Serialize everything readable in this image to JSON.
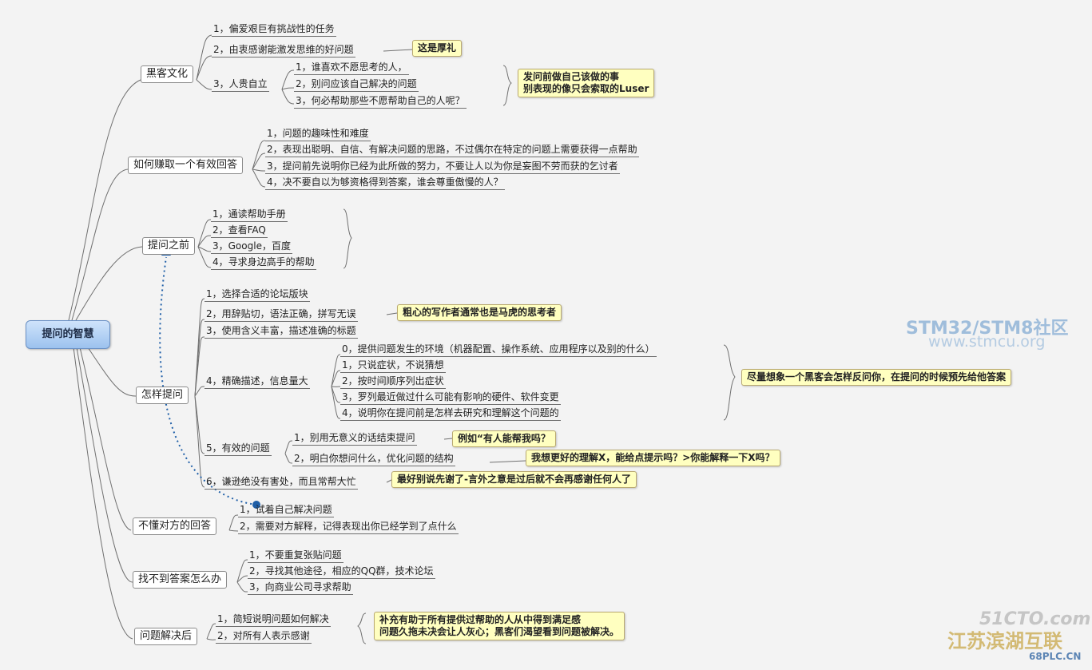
{
  "root": "提问的智慧",
  "branches": {
    "hacker": {
      "label": "黑客文化",
      "items": [
        "1，偏爱艰巨有挑战性的任务",
        "2，由衷感谢能激发思维的好问题",
        "3，人贵自立"
      ],
      "sub": [
        "1，谁喜欢不愿思考的人，",
        "2，别问应该自己解决的问题",
        "3，何必帮助那些不愿帮助自己的人呢？"
      ],
      "note_gift": "这是厚礼",
      "note_luser": [
        "发问前做自己该做的事",
        "别表现的像只会索取的Luser"
      ]
    },
    "effective": {
      "label": "如何赚取一个有效回答",
      "items": [
        "1，问题的趣味性和难度",
        "2，表现出聪明、自信、有解决问题的思路，不过偶尔在特定的问题上需要获得一点帮助",
        "3，提问前先说明你已经为此所做的努力，不要让人以为你是妄图不劳而获的乞讨者",
        "4，决不要自以为够资格得到答案，谁会尊重傲慢的人？"
      ]
    },
    "before": {
      "label": "提问之前",
      "items": [
        "1，通读帮助手册",
        "2，查看FAQ",
        "3，Google，百度",
        "4，寻求身边高手的帮助"
      ]
    },
    "how": {
      "label": "怎样提问",
      "items": [
        "1，选择合适的论坛版块",
        "2，用辞贴切，语法正确，拼写无误",
        "3，使用含义丰富，描述准确的标题",
        "4，精确描述，信息量大",
        "5，有效的问题",
        "6，谦逊绝没有害处，而且常帮大忙"
      ],
      "precise": [
        "0，提供问题发生的环境（机器配置、操作系统、应用程序以及别的什么）",
        "1，只说症状，不说猜想",
        "2，按时间顺序列出症状",
        "3，罗列最近做过什么可能有影响的硬件、软件变更",
        "4，说明你在提问前是怎样去研究和理解这个问题的"
      ],
      "effq": [
        "1，别用无意义的话结束提问",
        "2，明白你想问什么，优化问题的结构"
      ],
      "note_careless": "粗心的写作者通常也是马虎的思考者",
      "note_imagine": "尽量想象一个黑客会怎样反问你，在提问的时候预先给他答案",
      "note_example": "例如“有人能帮我吗？",
      "note_better": "我想更好的理解X，能给点提示吗？>你能解释一下X吗？",
      "note_thanks": "最好别说先谢了-言外之意是过后就不会再感谢任何人了"
    },
    "notunderstand": {
      "label": "不懂对方的回答",
      "items": [
        "1，试着自己解决问题",
        "2，需要对方解释，记得表现出你已经学到了点什么"
      ]
    },
    "noanswer": {
      "label": "找不到答案怎么办",
      "items": [
        "1，不要重复张贴问题",
        "2，寻找其他途径，相应的QQ群，技术论坛",
        "3，向商业公司寻求帮助"
      ]
    },
    "solved": {
      "label": "问题解决后",
      "items": [
        "1，简短说明问题如何解决",
        "2，对所有人表示感谢"
      ],
      "note": [
        "补充有助于所有提供过帮助的人从中得到满足感",
        "问题久拖未决会让人灰心；黑客们渴望看到问题被解决。"
      ]
    }
  },
  "watermarks": {
    "stm_logo": "STM32/STM8社区",
    "stm_url": "www.stmcu.org",
    "cto_logo": "51CTO.com",
    "plc_logo": "江苏滨湖互联",
    "plc_url": "68PLC.CN"
  },
  "colors": {
    "root_fill": "#9cc2ee",
    "note_fill": "#ffffc0",
    "link_color": "#1f5fa8"
  }
}
